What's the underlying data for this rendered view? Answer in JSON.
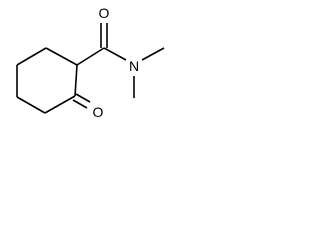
{
  "molecule": {
    "atoms": {
      "amide_oxygen": "O",
      "amide_nitrogen": "N",
      "ketone_oxygen": "O"
    },
    "colors": {
      "bond": "#000000",
      "label": "#000000",
      "background": "#ffffff"
    }
  }
}
